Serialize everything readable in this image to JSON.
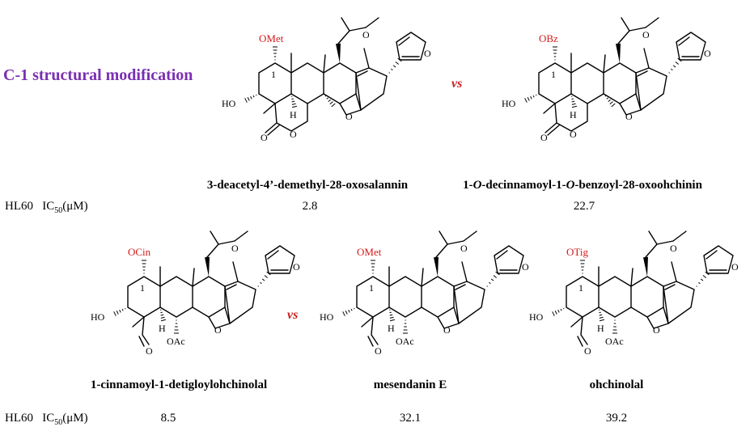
{
  "title": "C-1 structural modification",
  "vs_label": "vs",
  "assay": {
    "cell": "HL60",
    "ic": "IC",
    "ic_sub": "50",
    "unit": "(μM)"
  },
  "compounds": [
    {
      "name_parts": [
        "3-deacetyl-4’-demethyl-28-oxosalannin"
      ],
      "ic50": "2.8",
      "c1": "OMet",
      "position": "1",
      "c6_group": "",
      "c7_group": ""
    },
    {
      "name_parts": [
        "1-",
        "O",
        "-decinnamoyl-1-",
        "O",
        "-benzoyl-28-oxoohchinin"
      ],
      "ic50": "22.7",
      "c1": "OBz",
      "position": "1",
      "c6_group": "",
      "c7_group": ""
    },
    {
      "name_parts": [
        "1-cinnamoyl-1-detigloylohchinolal"
      ],
      "ic50": "8.5",
      "c1": "OCin",
      "position": "1",
      "c6_group": "OAc",
      "c7_group": ""
    },
    {
      "name_parts": [
        "mesendanin E"
      ],
      "ic50": "32.1",
      "c1": "OMet",
      "position": "1",
      "c6_group": "OAc",
      "c7_group": ""
    },
    {
      "name_parts": [
        "ohchinolal"
      ],
      "ic50": "39.2",
      "c1": "OTig",
      "position": "1",
      "c6_group": "OAc",
      "c7_group": ""
    }
  ],
  "atom_labels": {
    "hydroxyl": "HO",
    "hydrogen": "H",
    "ring_oxygen": "O"
  }
}
